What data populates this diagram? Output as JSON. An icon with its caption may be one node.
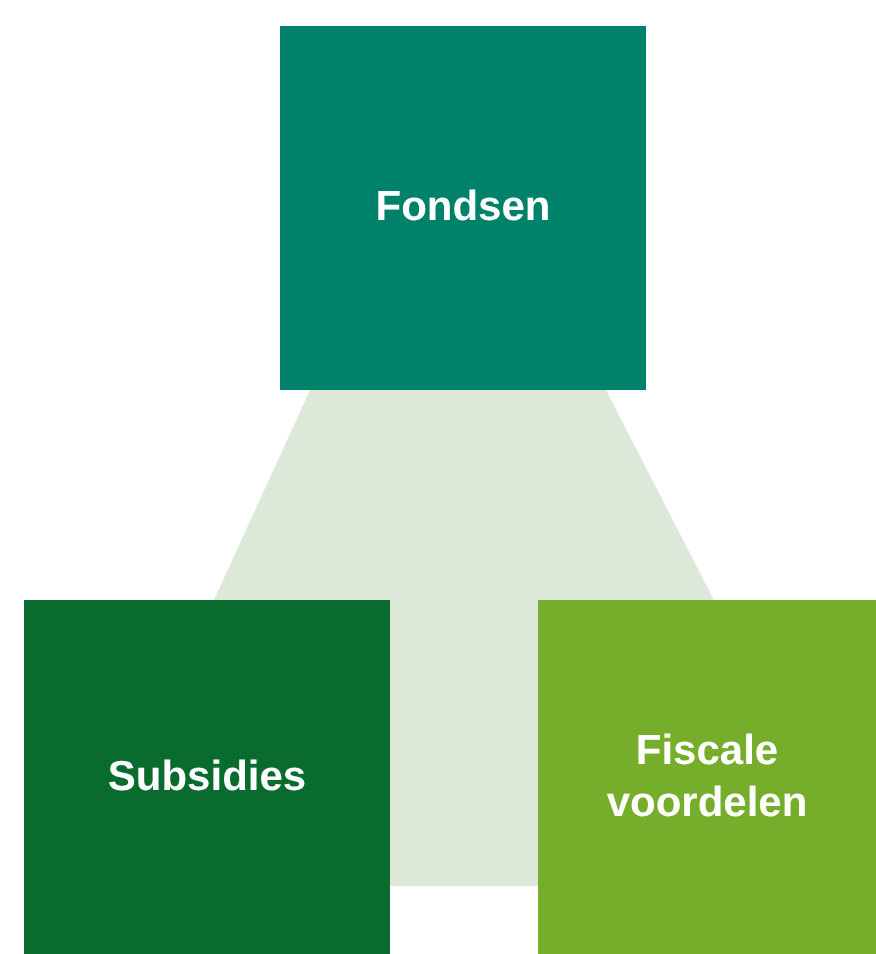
{
  "diagram": {
    "nodes": [
      {
        "text": [
          "Fondsen"
        ]
      },
      {
        "text": [
          "Subsidies"
        ]
      },
      {
        "text": [
          "Fiscale voordelen"
        ]
      },
      {
        "text": [],
        "shape": "band"
      }
    ]
  }
}
